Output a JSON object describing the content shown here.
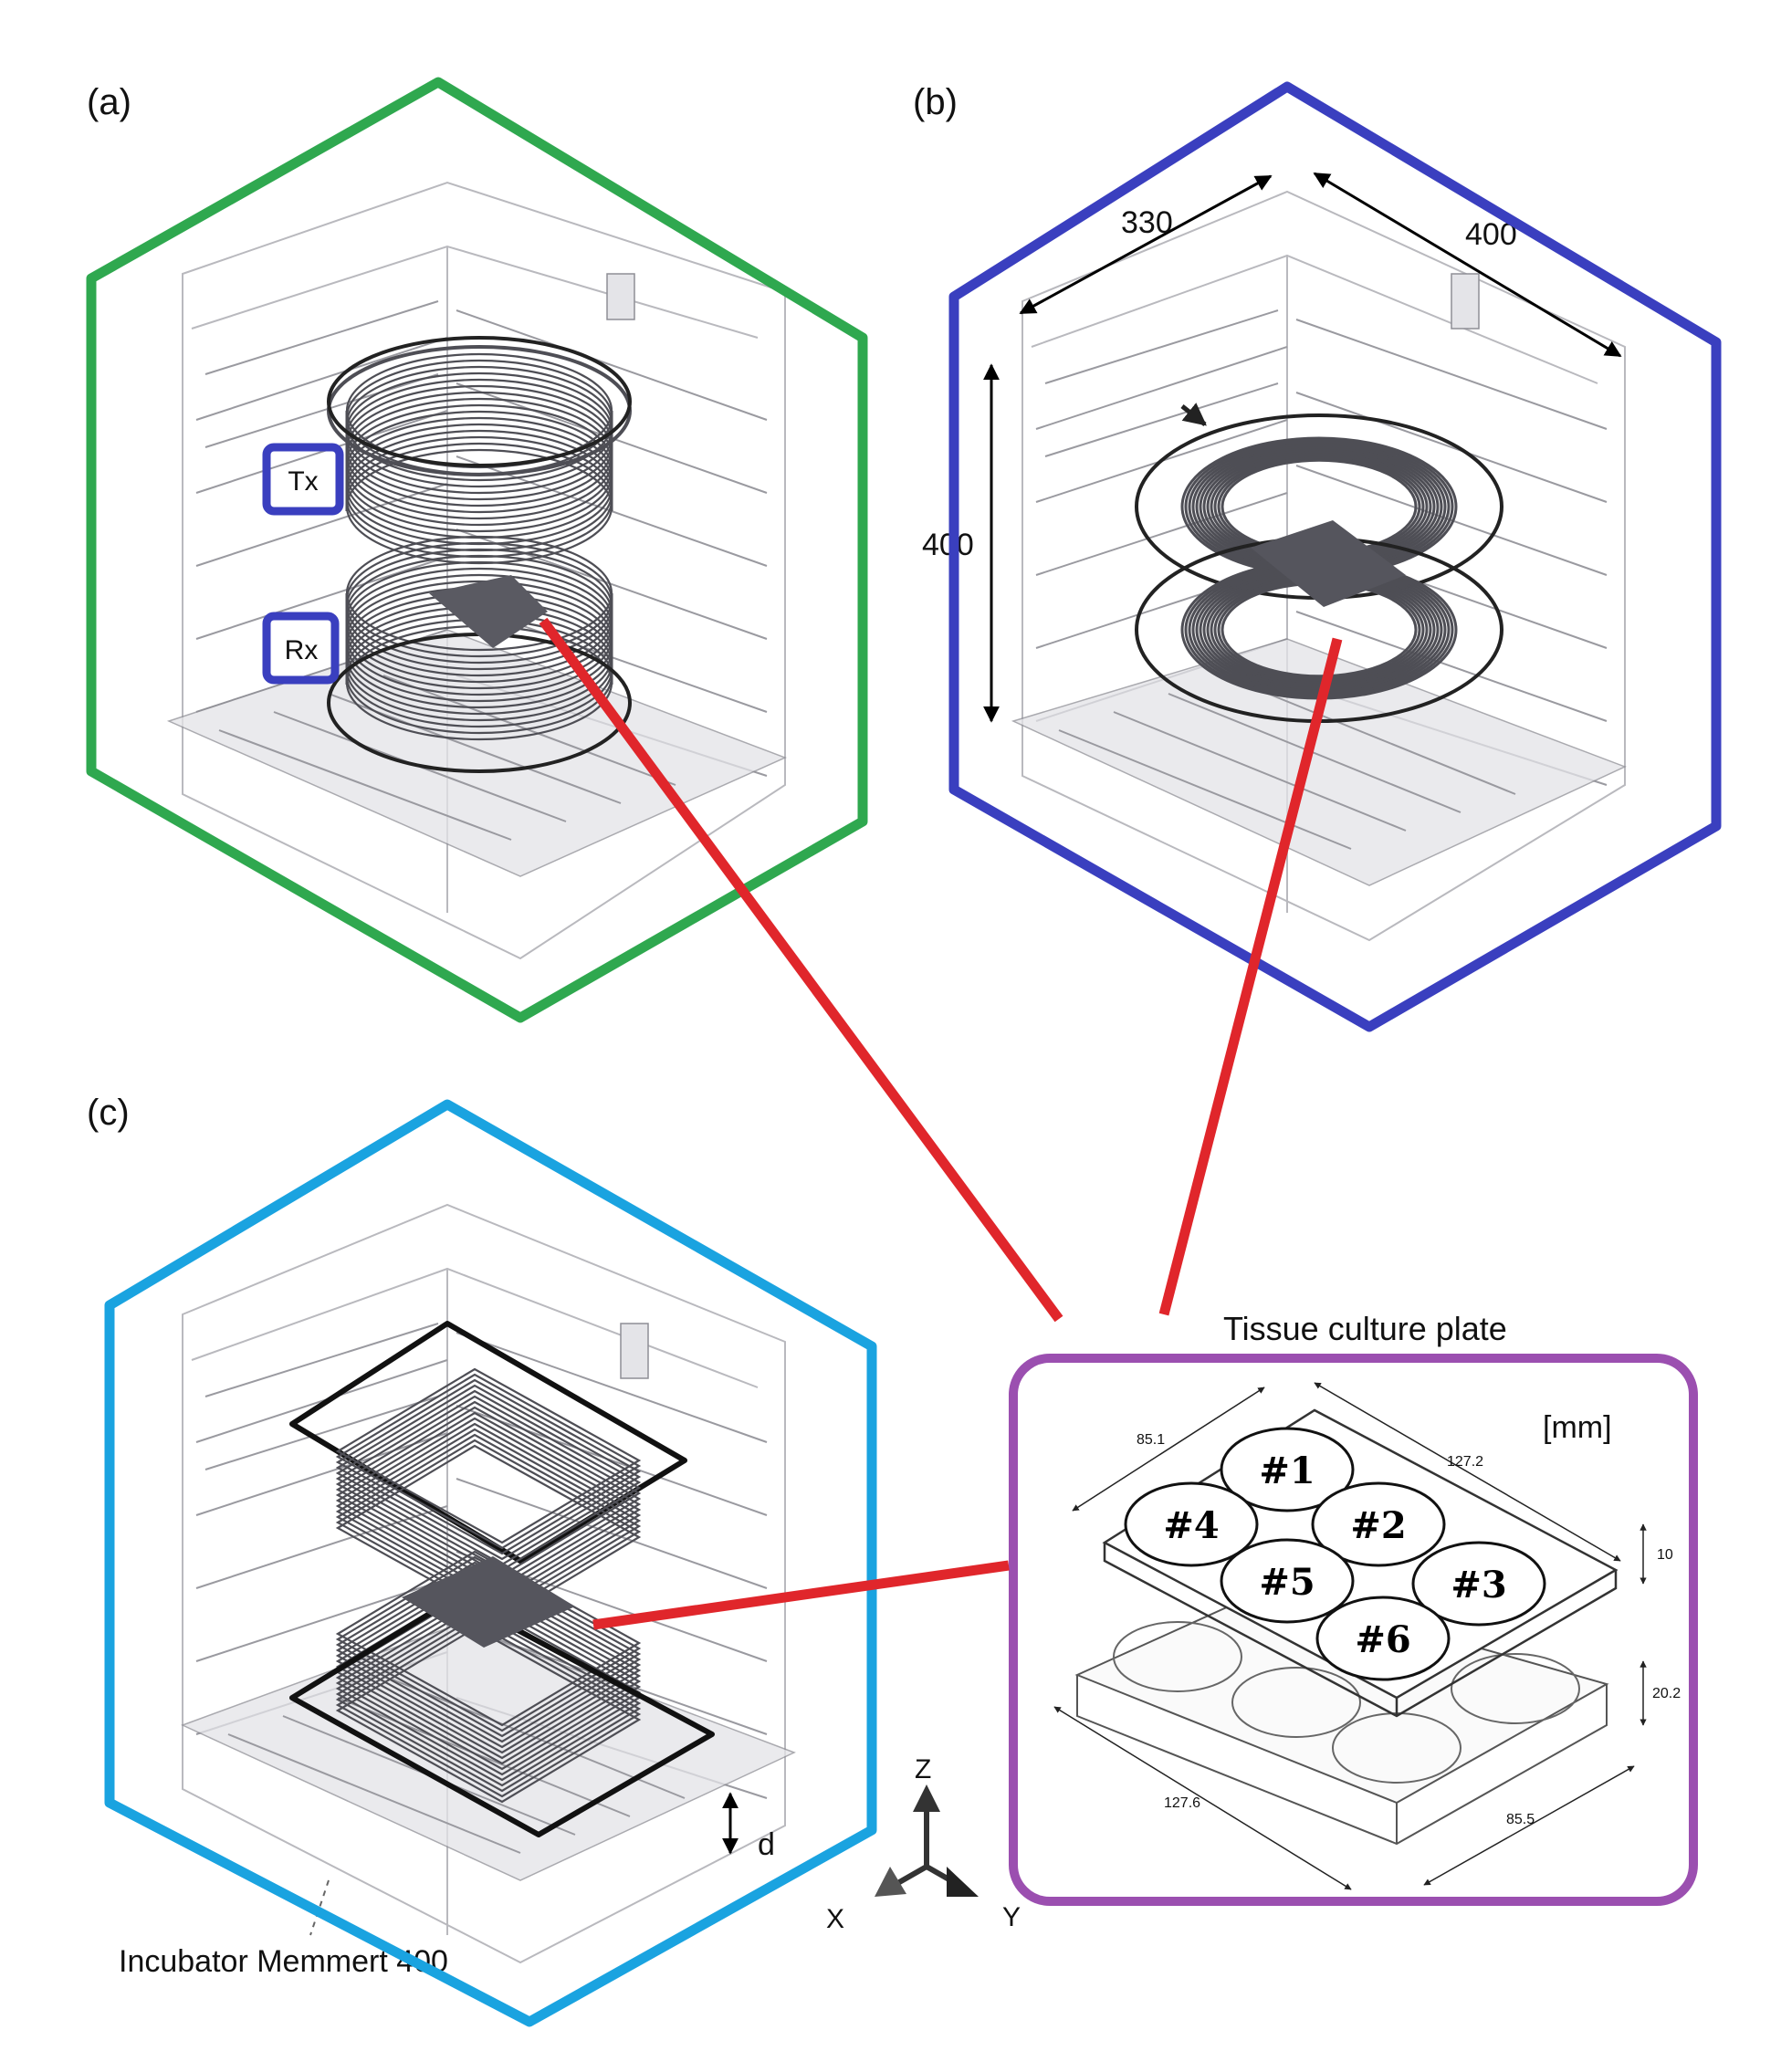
{
  "panels": {
    "a": {
      "label": "(a)",
      "tx_label": "Tx",
      "rx_label": "Rx",
      "outline_color": "#2fa84f"
    },
    "b": {
      "label": "(b)",
      "dim_width": "330",
      "dim_depth": "400",
      "dim_height": "400",
      "outline_color": "#3a3fbf"
    },
    "c": {
      "label": "(c)",
      "gap_label": "d",
      "incubator_label": "Incubator Memmert 400",
      "outline_color": "#1aa3e0"
    }
  },
  "plate": {
    "title": "Tissue culture plate",
    "unit": "[mm]",
    "outline_color": "#9b4fb0",
    "dims": {
      "lid_width": "85.1",
      "lid_length": "127.2",
      "lid_height": "10",
      "base_height": "20.2",
      "base_length": "127.6",
      "base_width": "85.5"
    },
    "wells": [
      "#1",
      "#2",
      "#3",
      "#4",
      "#5",
      "#6"
    ]
  },
  "axes": {
    "z": "Z",
    "x": "X",
    "y": "Y"
  },
  "colors": {
    "connector": "#e0262b",
    "coil": "#4e4e55"
  }
}
